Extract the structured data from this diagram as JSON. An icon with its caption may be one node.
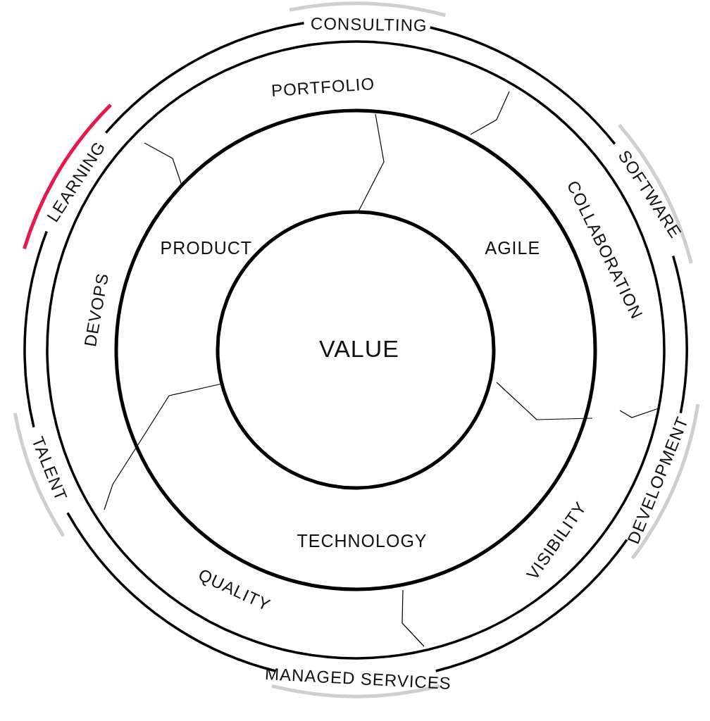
{
  "diagram": {
    "nodes": [
      {
        "text": [
          "VALUE"
        ]
      },
      {
        "text": [
          "PRODUCT"
        ]
      },
      {
        "text": [
          "AGILE"
        ]
      },
      {
        "text": [
          "TECHNOLOGY"
        ]
      },
      {
        "text": [
          "PORTFOLIO"
        ]
      },
      {
        "text": [
          "COLLABORATION"
        ]
      },
      {
        "text": [
          "VISIBILITY"
        ]
      },
      {
        "text": [
          "QUALITY"
        ]
      },
      {
        "text": [
          "DEVOPS"
        ]
      }
    ],
    "edges": [],
    "labels": [
      "CONSULTING",
      "LEARNING",
      "SOFTWARE",
      "DEVELOPMENT",
      "TALENT",
      "MANAGED SERVICES"
    ]
  }
}
